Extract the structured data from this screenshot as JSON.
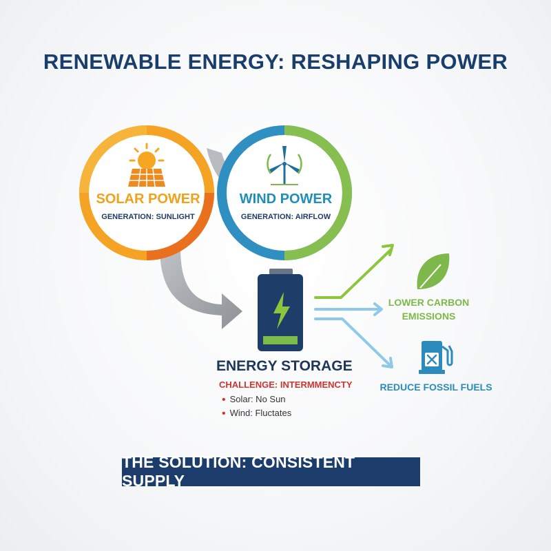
{
  "title": "RENEWABLE ENERGY: RESHAPING POWER",
  "solar": {
    "label": "SOLAR POWER",
    "sub": "GENERATION: SUNLIGHT"
  },
  "wind": {
    "label": "WIND POWER",
    "sub": "GENERATION: AIRFLOW"
  },
  "storage": {
    "label": "ENERGY STORAGE",
    "challenge": "CHALLENGE: INTERMMENCTY",
    "bullets": [
      "Solar: No Sun",
      "Wind: Fluctates"
    ]
  },
  "outcomes": {
    "lower_carbon": "LOWER CARBON EMISSIONS",
    "reduce_fossil": "REDUCE FOSSIL FUELS"
  },
  "banner": "THE SOLUTION: CONSISTENT SUPPLY",
  "icons": [
    "sun-icon",
    "solar-panel-icon",
    "wind-turbine-icon",
    "battery-icon",
    "lightning-icon",
    "leaf-icon",
    "fuel-pump-icon"
  ],
  "colors": {
    "title": "#1a3e6b",
    "solar_orange": "#f2a11c",
    "wind_blue": "#1f8fb8",
    "wind_green": "#7fb84a",
    "challenge_red": "#d2332f",
    "battery_navy": "#1f3d69",
    "banner_bg": "#1c3c6c"
  }
}
